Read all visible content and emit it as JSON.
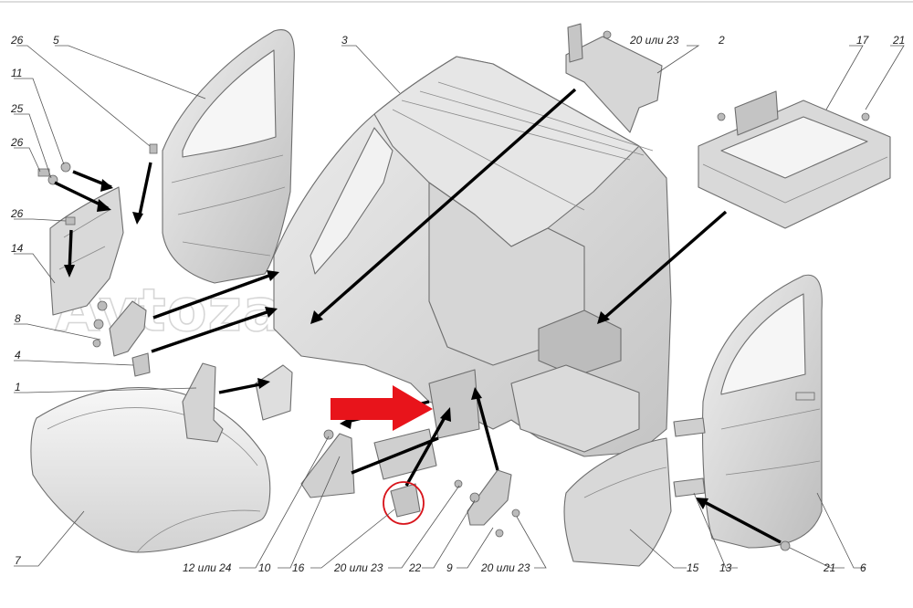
{
  "watermark": "Avtozapchasti9.ru",
  "callouts": {
    "c26a": "26",
    "c5": "5",
    "c11": "11",
    "c25": "25",
    "c26b": "26",
    "c26c": "26",
    "c14": "14",
    "c8": "8",
    "c4": "4",
    "c1": "1",
    "c7": "7",
    "c3": "3",
    "c20or23_top": "20 или 23",
    "c2": "2",
    "c17": "17",
    "c21_top": "21",
    "c12or24": "12 или 24",
    "c10": "10",
    "c16": "16",
    "c20or23_bl": "20 или 23",
    "c22": "22",
    "c9": "9",
    "c20or23_br": "20 или 23",
    "c15": "15",
    "c13": "13",
    "c21_bot": "21",
    "c6": "6"
  },
  "colors": {
    "highlight_arrow": "#e8141b",
    "highlight_circle": "#d8141b",
    "part_fill": "#e4e4e4",
    "part_fill_dark": "#cfcfcf",
    "hood_fill": "#ececec"
  }
}
